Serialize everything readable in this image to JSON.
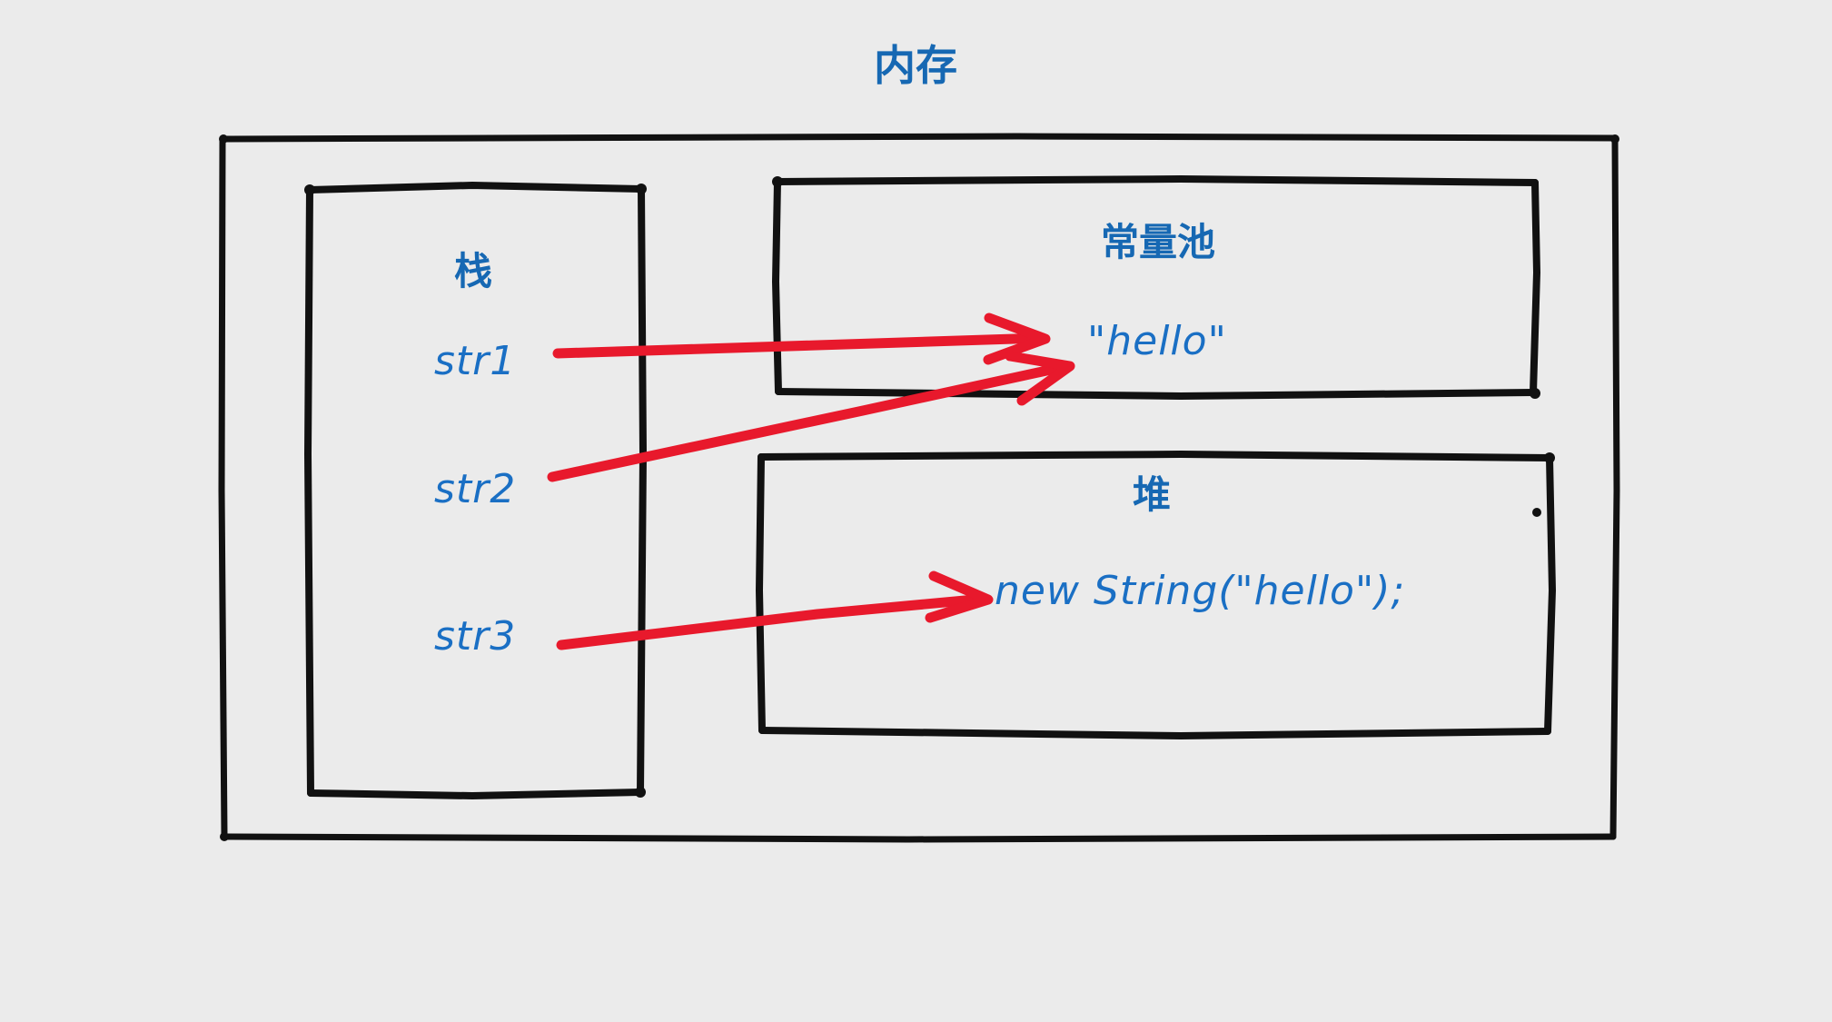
{
  "diagram": {
    "title": "内存",
    "background_color": "#ebebeb",
    "label_color": "#1668b3",
    "handwriting_color": "#1a6fc4",
    "stroke_color": "#111111",
    "arrow_color": "#e8192c",
    "regions": {
      "memory": {
        "label": "内存"
      },
      "stack": {
        "label": "栈"
      },
      "constant_pool": {
        "label": "常量池"
      },
      "heap": {
        "label": "堆"
      }
    },
    "stack_variables": [
      {
        "name": "str1"
      },
      {
        "name": "str2"
      },
      {
        "name": "str3"
      }
    ],
    "constant_pool_values": [
      {
        "value": "\"hello\""
      }
    ],
    "heap_values": [
      {
        "value": "new String(\"hello\");"
      }
    ],
    "arrows": [
      {
        "from": "str1",
        "to": "\"hello\""
      },
      {
        "from": "str2",
        "to": "\"hello\""
      },
      {
        "from": "str3",
        "to": "new String(\"hello\");"
      }
    ]
  }
}
